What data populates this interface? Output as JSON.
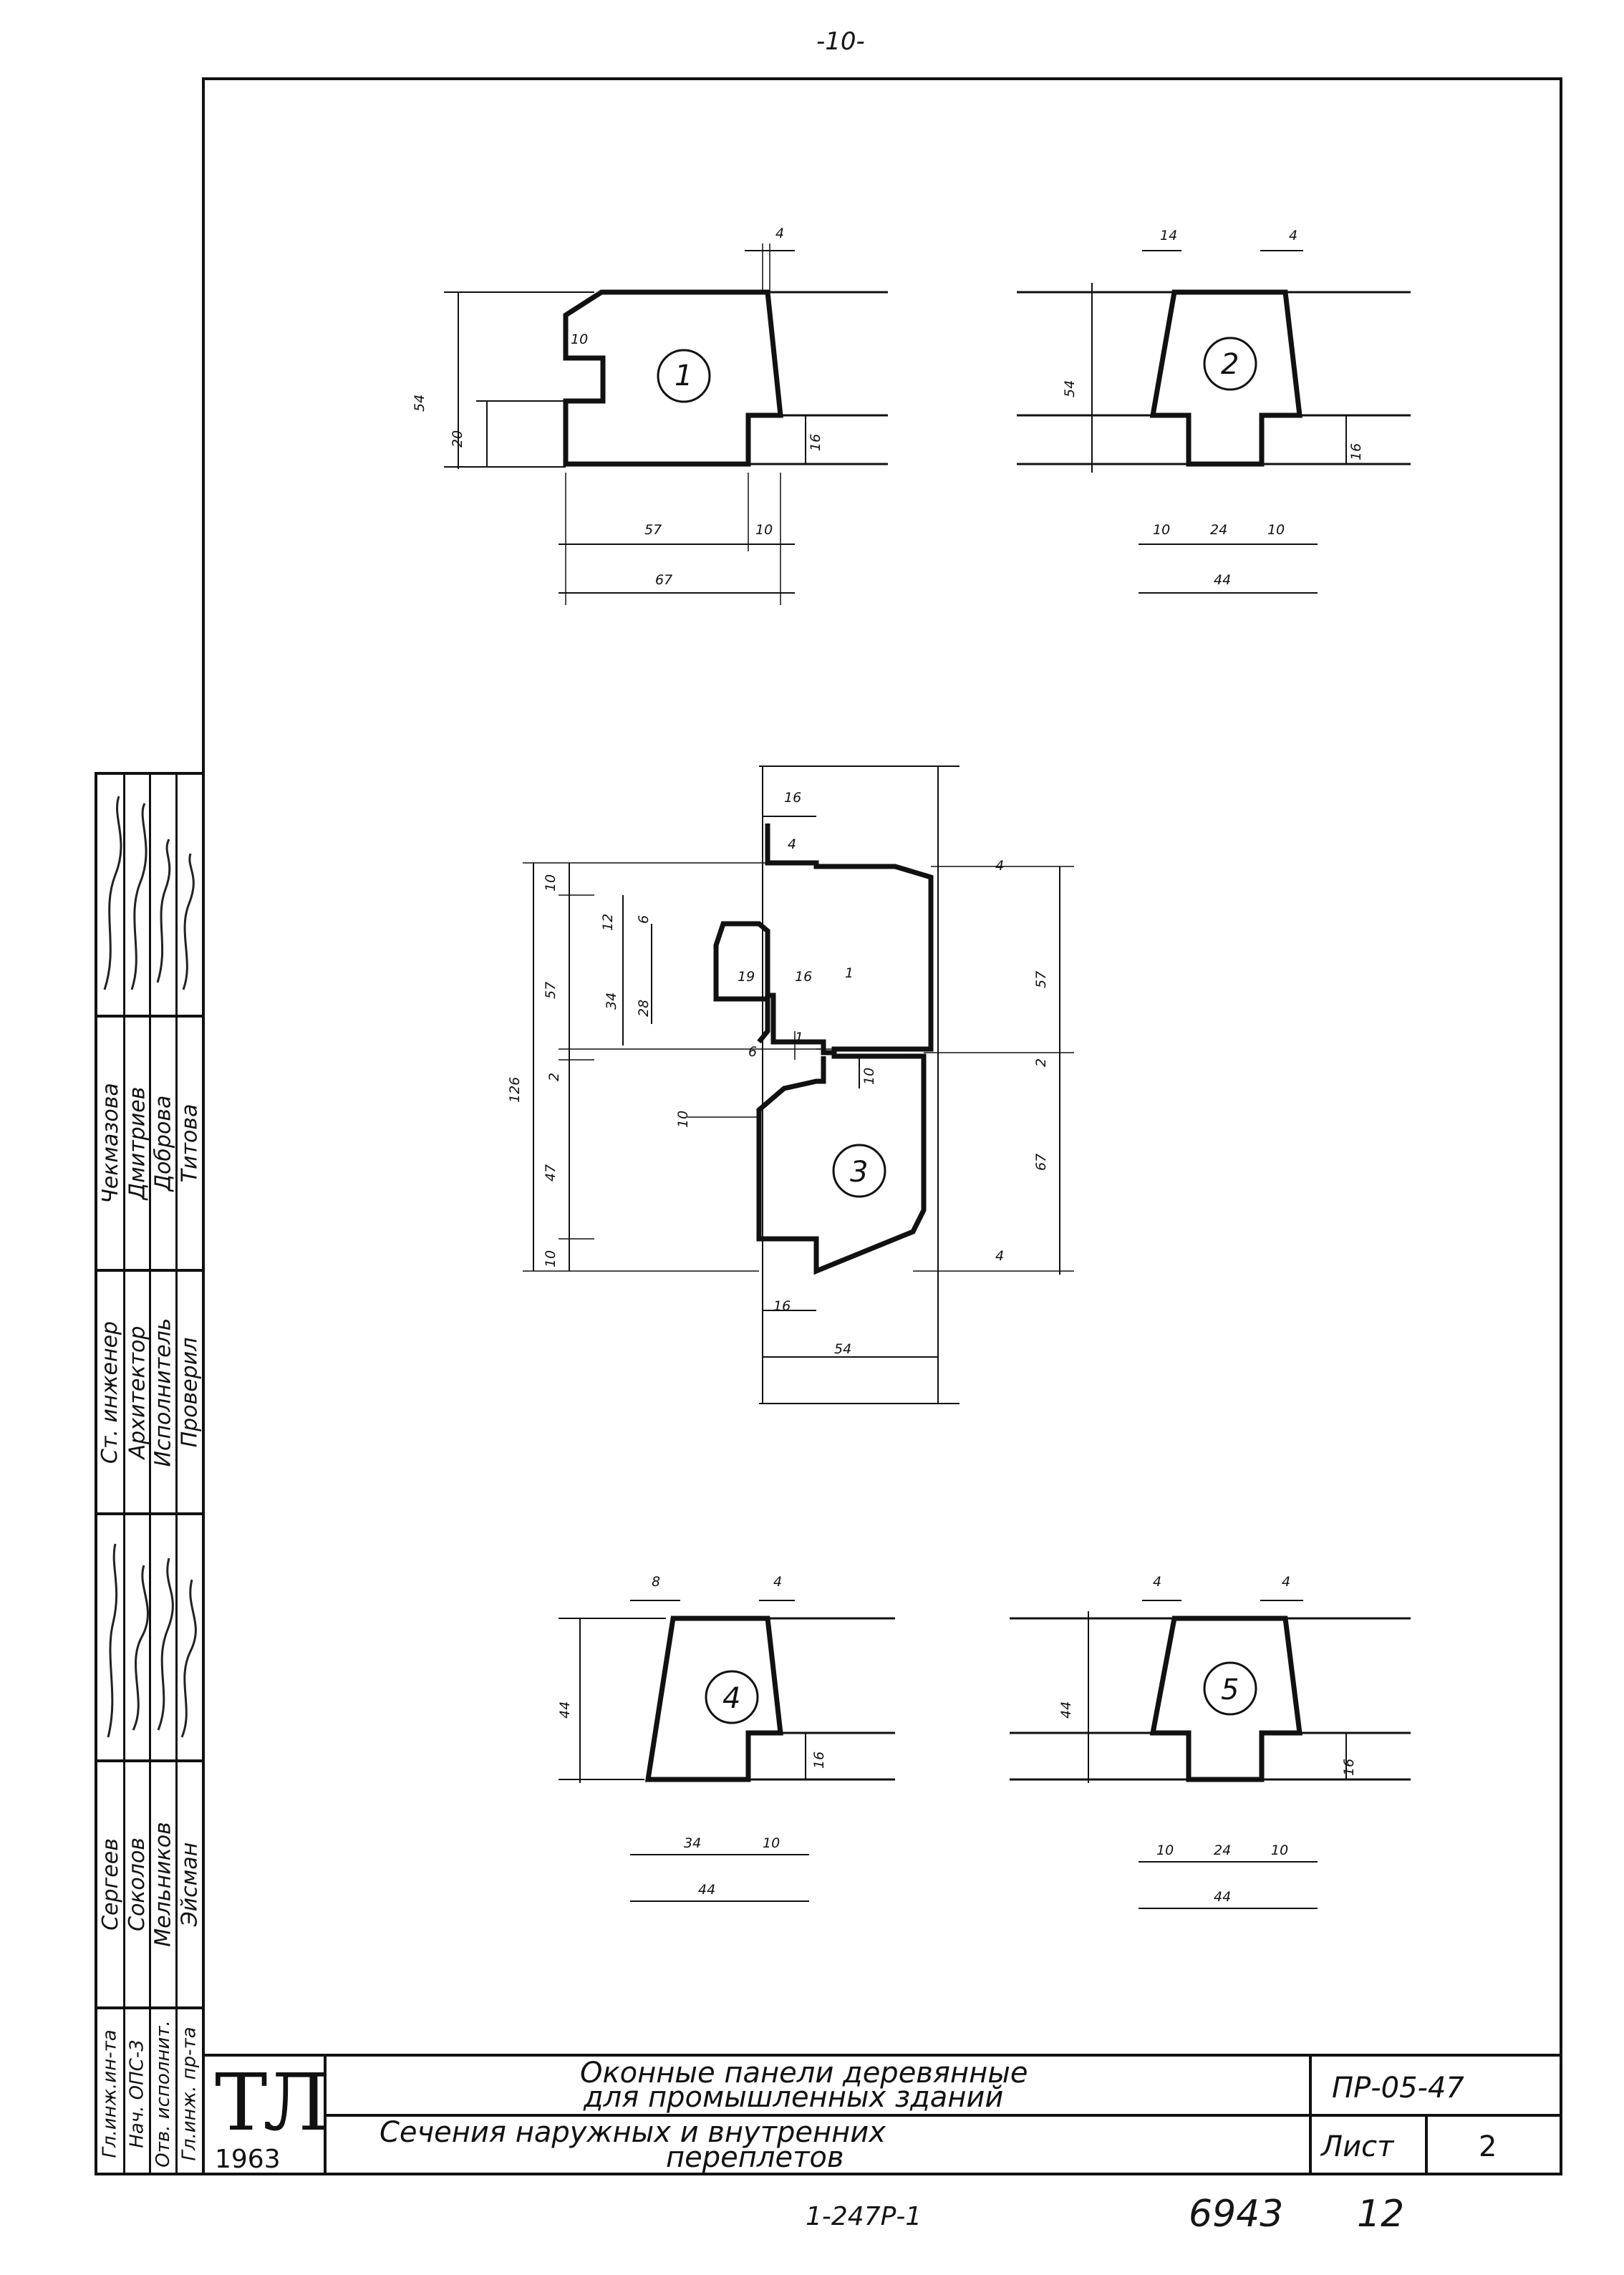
{
  "page_number": "-10-",
  "sections": [
    {
      "id": "1",
      "dims": [
        "4",
        "54",
        "10",
        "20",
        "16",
        "57",
        "10",
        "67"
      ]
    },
    {
      "id": "2",
      "dims": [
        "14",
        "4",
        "54",
        "16",
        "10",
        "24",
        "10",
        "44"
      ]
    },
    {
      "id": "3",
      "dims": [
        "16",
        "4",
        "10",
        "12",
        "6",
        "34",
        "28",
        "19",
        "16",
        "1",
        "57",
        "126",
        "2",
        "6",
        "1",
        "10",
        "10",
        "47",
        "10",
        "16",
        "54",
        "4",
        "57",
        "2",
        "67",
        "4"
      ]
    },
    {
      "id": "4",
      "dims": [
        "8",
        "4",
        "44",
        "16",
        "34",
        "10",
        "44"
      ]
    },
    {
      "id": "5",
      "dims": [
        "4",
        "4",
        "44",
        "16",
        "10",
        "24",
        "10",
        "44"
      ]
    }
  ],
  "staff": {
    "positions_left": [
      "Гл.инж.ин-та",
      "Нач. ОПС-3",
      "Отв. исполнит.",
      "Гл.инж. пр-та"
    ],
    "names_left": [
      "Сергеев",
      "Соколов",
      "Мельников",
      "Эйсман"
    ],
    "positions_right": [
      "Ст. инженер",
      "Архитектор",
      "Исполнитель",
      "Проверил"
    ],
    "names_right": [
      "Чекмазова",
      "Дмитриев",
      "Доброва",
      "Титова"
    ]
  },
  "title_block": {
    "logo": "ТЛ",
    "year": "1963",
    "title_line1": "Оконные панели деревянные",
    "title_line2": "для промышленных зданий",
    "subtitle_line1": "Сечения наружных и внутренних",
    "subtitle_line2": "переплетов",
    "doc_code": "ПР-05-47",
    "sheet_label": "Лист",
    "sheet_number": "2"
  },
  "footer": {
    "series": "1-247Р-1",
    "number_left": "6943",
    "number_right": "12"
  }
}
